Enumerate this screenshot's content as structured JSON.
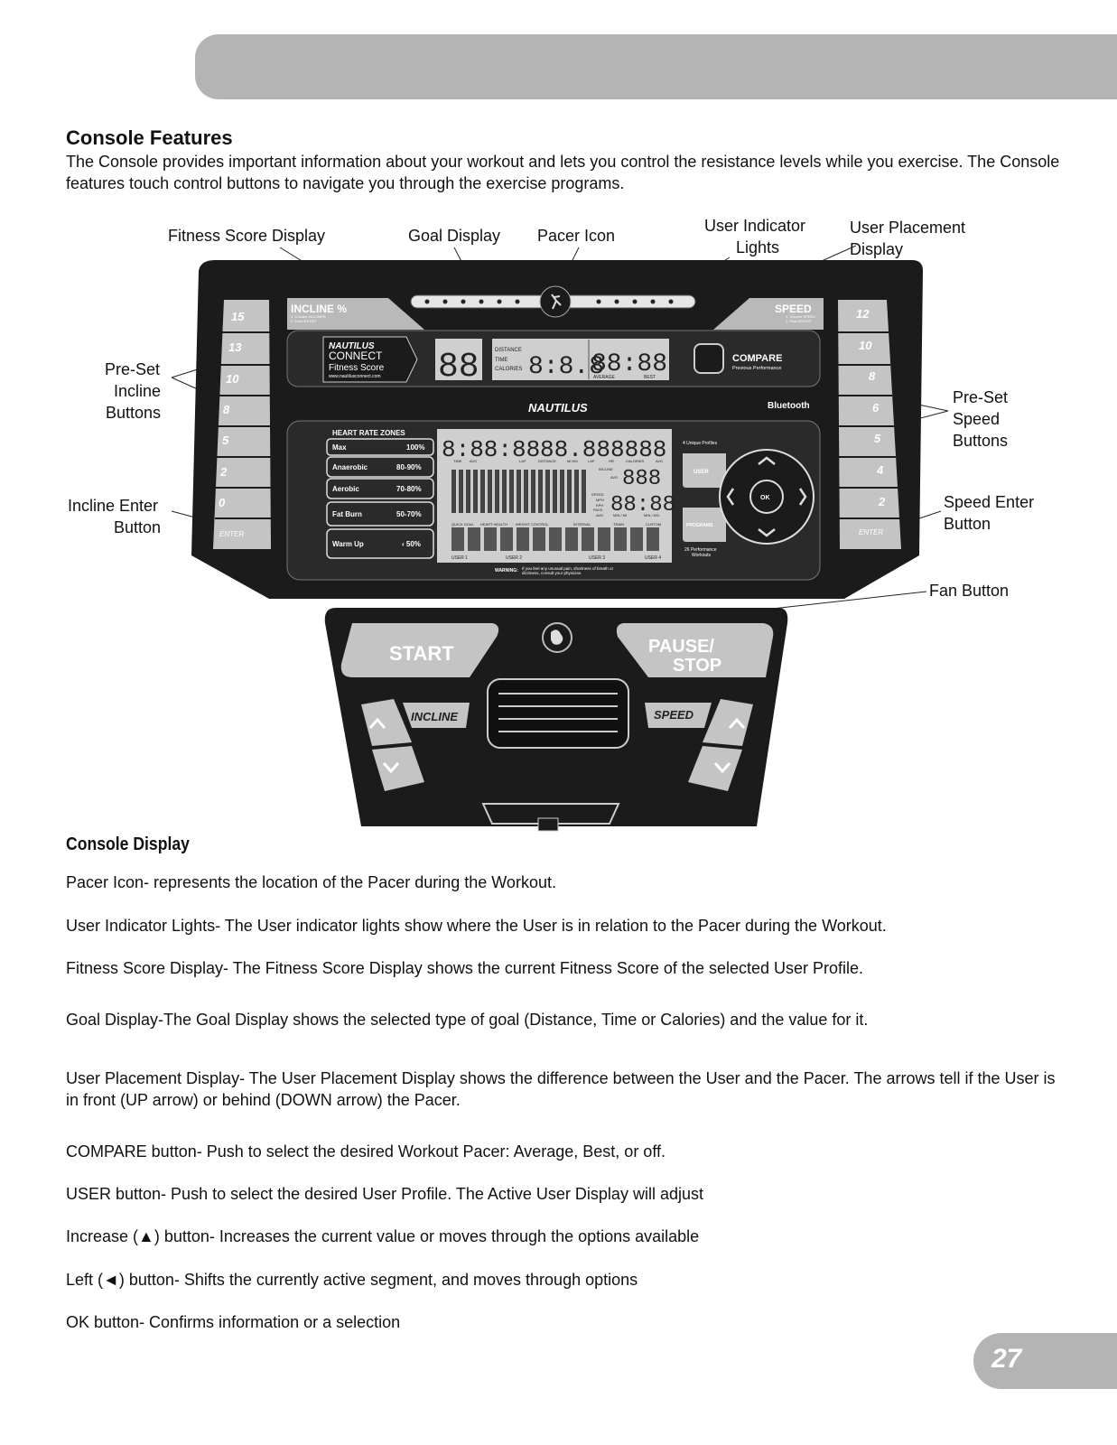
{
  "header": {
    "page_number": "27"
  },
  "section": {
    "title": "Console Features",
    "intro": "The Console provides important information about your workout and lets you control the resistance levels while you exercise. The Console features touch control buttons to navigate you through the exercise programs."
  },
  "callouts": {
    "fitness_score": "Fitness Score Display",
    "goal": "Goal Display",
    "pacer": "Pacer Icon",
    "user_indicator_1": "User Indicator",
    "user_indicator_2": "Lights",
    "user_placement_1": "User Placement",
    "user_placement_2": "Display",
    "preset_incline_1": "Pre-Set",
    "preset_incline_2": "Incline",
    "preset_incline_3": "Buttons",
    "incline_enter_1": "Incline Enter",
    "incline_enter_2": "Button",
    "preset_speed_1": "Pre-Set",
    "preset_speed_2": "Speed",
    "preset_speed_3": "Buttons",
    "speed_enter_1": "Speed Enter",
    "speed_enter_2": "Button",
    "fan": "Fan Button"
  },
  "console": {
    "incline_title": "INCLINE %",
    "incline_steps_1": "1. Choose INCLINE%",
    "incline_steps_2": "2. Push ENTER",
    "speed_title": "SPEED",
    "speed_steps_1": "1. Choose SPEED",
    "speed_steps_2": "2. Push ENTER",
    "incline_levels": [
      "15",
      "13",
      "10",
      "8",
      "5",
      "2",
      "0"
    ],
    "speed_levels": [
      "12",
      "10",
      "8",
      "6",
      "5",
      "4",
      "2"
    ],
    "enter_label": "ENTER",
    "connect_line1": "NAUTILUS",
    "connect_line2": "CONNECT",
    "connect_line3": "Fitness Score",
    "connect_url": "www.nautilusconnect.com",
    "score_digits": "88",
    "goal_labels": [
      "DISTANCE",
      "TIME",
      "CALORIES"
    ],
    "goal_digits": "8:8.8",
    "placement_digits": "88:88",
    "average_label": "AVERAGE",
    "best_label": "BEST",
    "compare_label": "COMPARE",
    "compare_sub": "Previous Performance",
    "brand": "NAUTILUS",
    "bluetooth": "Bluetooth",
    "hr_title": "HEART RATE ZONES",
    "hr_zones": [
      {
        "name": "Max",
        "value": "100%"
      },
      {
        "name": "Anaerobic",
        "value": "80-90%"
      },
      {
        "name": "Aerobic",
        "value": "70-80%"
      },
      {
        "name": "Fat Burn",
        "value": "50-70%"
      },
      {
        "name": "Warm Up",
        "value": "‹ 50%"
      }
    ],
    "lcd_time": "8:88:88",
    "lcd_distance": "88.88",
    "lcd_calories": "8888",
    "lcd_incline": "888",
    "lcd_speed": "88:88",
    "lcd_row1_labels": [
      "TIME",
      "AVG",
      "LAP",
      "DISTANCE",
      "MI KM",
      "LAP",
      "HR",
      "CALORIES",
      "AVG"
    ],
    "lcd_incline_label": "INCLINE",
    "lcd_avg_label": "AVG",
    "lcd_speed_labels": [
      "SPEED",
      "MPH",
      "KPH",
      "PACE",
      "AVG"
    ],
    "lcd_pace_units": [
      "MIN / MI",
      "MIN / KM"
    ],
    "lcd_program_labels": [
      "QUICK GOAL",
      "HEART HEALTH",
      "WEIGHT CONTROL",
      "INTERVAL",
      "TRAIN",
      "CUSTOM"
    ],
    "lcd_users": [
      "USER 1",
      "USER 2",
      "USER 3",
      "USER 4"
    ],
    "warning_bold": "WARNING:",
    "warning_text": "If you feel any unusual pain, shortness of breath or dizziness, consult your physician.",
    "unique_profiles": "4 Unique Profiles",
    "user_btn": "USER",
    "programs_btn": "PROGRAMS",
    "perf_workouts_1": "26 Performance",
    "perf_workouts_2": "Workouts",
    "ok_btn": "OK",
    "start_btn": "START",
    "pause_btn_1": "PAUSE/",
    "pause_btn_2": "STOP",
    "incline_label": "INCLINE",
    "speed_label": "SPEED"
  },
  "display": {
    "title": "Console Display",
    "items": [
      "Pacer Icon- represents the location of the Pacer during the Workout.",
      "User Indicator Lights- The User indicator lights show where the User is in relation to the Pacer during the Workout.",
      "Fitness Score Display- The Fitness Score Display shows the current Fitness Score of the selected User Profile.",
      "Goal Display-The Goal Display shows the selected type of goal (Distance, Time or Calories) and the value for it.",
      "User Placement Display- The User Placement Display shows the difference between the User and the Pacer. The arrows tell if the User is in front (UP arrow) or behind (DOWN arrow) the Pacer.",
      "COMPARE button- Push to select the desired Workout Pacer: Average, Best, or off.",
      "USER button- Push to select the desired User Profile. The Active User Display will adjust",
      "Increase (▲) button- Increases the current value or moves through the options available",
      "Left (◄) button- Shifts the currently active segment, and moves through options",
      "OK button- Confirms information or a selection"
    ]
  }
}
